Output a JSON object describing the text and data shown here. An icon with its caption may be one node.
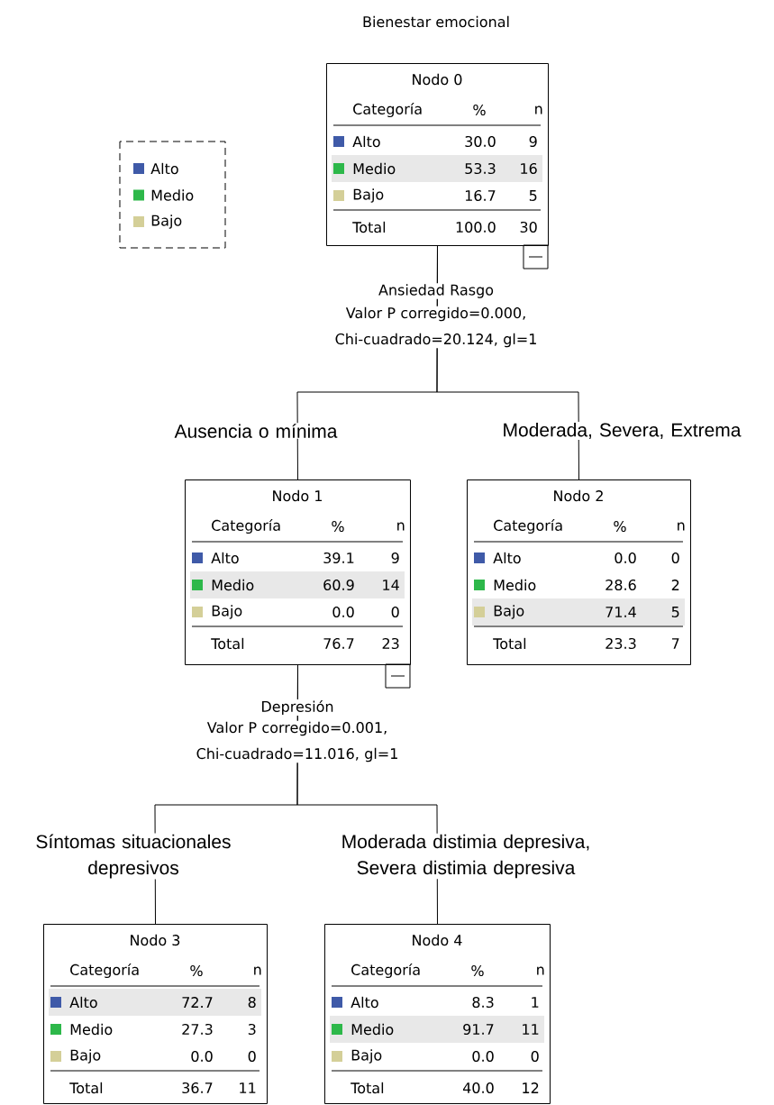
{
  "diagram": {
    "title": "Bienestar emocional",
    "nodes": [
      {
        "text": [
          "Nodo 0",
          "Categoría",
          "%",
          "n",
          "Alto",
          "30.0",
          "9",
          "Medio",
          "53.3",
          "16",
          "Bajo",
          "16.7",
          "5",
          "Total",
          "100.0",
          "30"
        ]
      },
      {
        "text": [
          "Nodo 1",
          "Categoría",
          "%",
          "n",
          "Alto",
          "39.1",
          "9",
          "Medio",
          "60.9",
          "14",
          "Bajo",
          "0.0",
          "0",
          "Total",
          "76.7",
          "23"
        ]
      },
      {
        "text": [
          "Nodo 2",
          "Categoría",
          "%",
          "n",
          "Alto",
          "0.0",
          "0",
          "Medio",
          "28.6",
          "2",
          "Bajo",
          "71.4",
          "5",
          "Total",
          "23.3",
          "7"
        ]
      },
      {
        "text": [
          "Nodo 3",
          "Categoría",
          "%",
          "n",
          "Alto",
          "72.7",
          "8",
          "Medio",
          "27.3",
          "3",
          "Bajo",
          "0.0",
          "0",
          "Total",
          "36.7",
          "11"
        ]
      },
      {
        "text": [
          "Nodo 4",
          "Categoría",
          "%",
          "n",
          "Alto",
          "8.3",
          "1",
          "Medio",
          "91.7",
          "11",
          "Bajo",
          "0.0",
          "0",
          "Total",
          "40.0",
          "12"
        ]
      }
    ],
    "edges": [
      {
        "from": 0,
        "to": 1,
        "arrow": "none",
        "label": "Ausencia o mínima"
      },
      {
        "from": 0,
        "to": 2,
        "arrow": "none",
        "label": "Moderada, Severa, Extrema"
      },
      {
        "from": 1,
        "to": 3,
        "arrow": "none",
        "label": "Síntomas situacionales depresivos"
      },
      {
        "from": 1,
        "to": 4,
        "arrow": "none",
        "label": "Moderada distimia depresiva, Severa distimia depresiva"
      }
    ],
    "labels": [
      "Ansiedad Rasgo",
      "Valor P corregido=0.000, Chi-cuadrado=20.124, gl=1",
      "Depresión",
      "Valor P corregido=0.001, Chi-cuadrado=11.016, gl=1"
    ],
    "legend": [
      {
        "text": "Alto",
        "color": "#3f5aa8"
      },
      {
        "text": "Medio",
        "color": "#2db84a"
      },
      {
        "text": "Bajo",
        "color": "#d4cf98"
      }
    ]
  }
}
